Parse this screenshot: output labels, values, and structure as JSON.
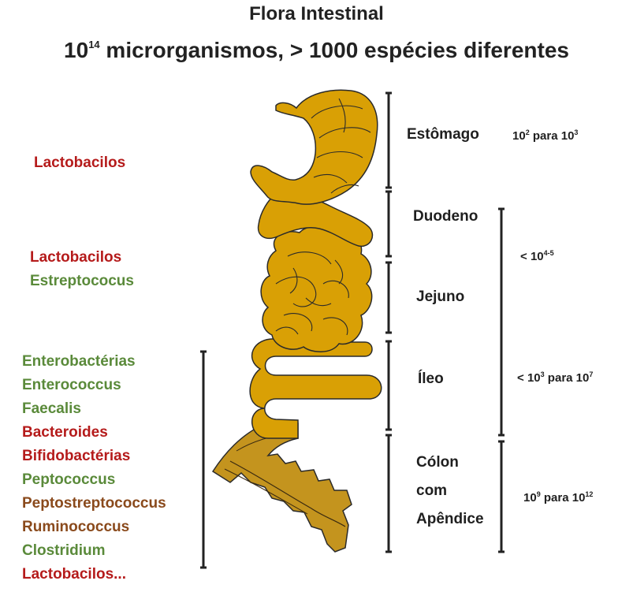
{
  "title": "Flora Intestinal",
  "subtitle": {
    "base": "10",
    "exponent": "14",
    "rest": " microrganismos, > 1000 espécies diferentes"
  },
  "segments": {
    "stomach": "Estômago",
    "duodenum": "Duodeno",
    "jejunum": "Jejuno",
    "ileum": "Íleo",
    "colon_line1": "Cólon",
    "colon_line2": "com",
    "colon_line3": "Apêndice"
  },
  "counts": {
    "stomach": {
      "a_base": "10",
      "a_exp": "2",
      "mid": " para ",
      "b_base": "10",
      "b_exp": "3"
    },
    "upper_small_intestine": {
      "prefix": "< ",
      "base": "10",
      "exp": "4-5"
    },
    "ileum": {
      "prefix": "< ",
      "a_base": "10",
      "a_exp": "3",
      "mid": " para ",
      "b_base": "10",
      "b_exp": "7"
    },
    "colon": {
      "a_base": "10",
      "a_exp": "9",
      "mid": " para ",
      "b_base": "10",
      "b_exp": "12"
    }
  },
  "organisms": {
    "stomach": [
      {
        "name": "Lactobacilos",
        "color": "#b51b1b"
      }
    ],
    "upper_small_intestine": [
      {
        "name": "Lactobacilos",
        "color": "#b51b1b"
      },
      {
        "name": "Estreptococus",
        "color": "#5a8a3a"
      }
    ],
    "lower_tract": [
      {
        "name": "Enterobactérias",
        "color": "#5a8a3a"
      },
      {
        "name": "Enterococcus",
        "color": "#5a8a3a"
      },
      {
        "name": "Faecalis",
        "color": "#5a8a3a"
      },
      {
        "name": "Bacteroides",
        "color": "#b51b1b"
      },
      {
        "name": "Bifidobactérias",
        "color": "#b51b1b"
      },
      {
        "name": "Peptococcus",
        "color": "#5a8a3a"
      },
      {
        "name": "Peptostreptococcus",
        "color": "#8a4a1c"
      },
      {
        "name": "Ruminococcus",
        "color": "#8a4a1c"
      },
      {
        "name": "Clostridium",
        "color": "#5a8a3a"
      },
      {
        "name": "Lactobacilos...",
        "color": "#b51b1b"
      }
    ]
  },
  "colors": {
    "organ_fill": "#d9a005",
    "colon_fill": "#c4941e",
    "outline": "#2a2a2a",
    "bracket": "#222222"
  }
}
